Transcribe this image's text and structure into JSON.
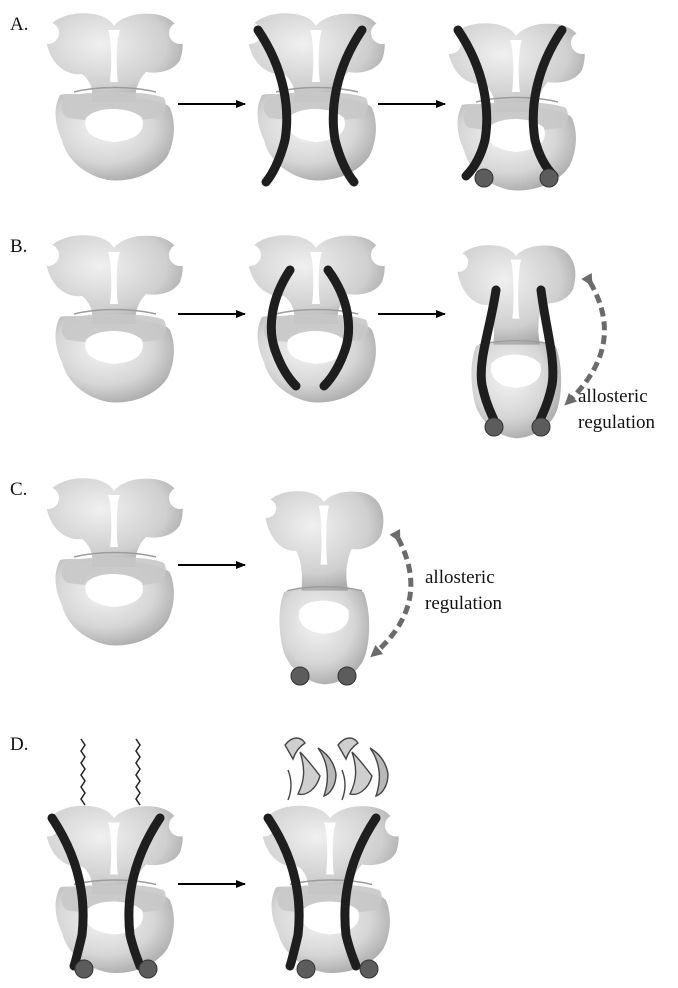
{
  "panels": [
    {
      "label": "A."
    },
    {
      "label": "B."
    },
    {
      "label": "C."
    },
    {
      "label": "D."
    }
  ],
  "annotations": {
    "b_note": {
      "line1": "allosteric",
      "line2": "regulation"
    },
    "c_note": {
      "line1": "allosteric",
      "line2": "regulation"
    }
  },
  "colors": {
    "body_light": "#f4f4f4",
    "body_mid": "#c9c9c9",
    "body_dark": "#8d8d8d",
    "chain": "#1e1e1e",
    "bead": "#5c5c5c",
    "dashed_arrow": "#6b6b6b",
    "arrow": "#000000"
  }
}
